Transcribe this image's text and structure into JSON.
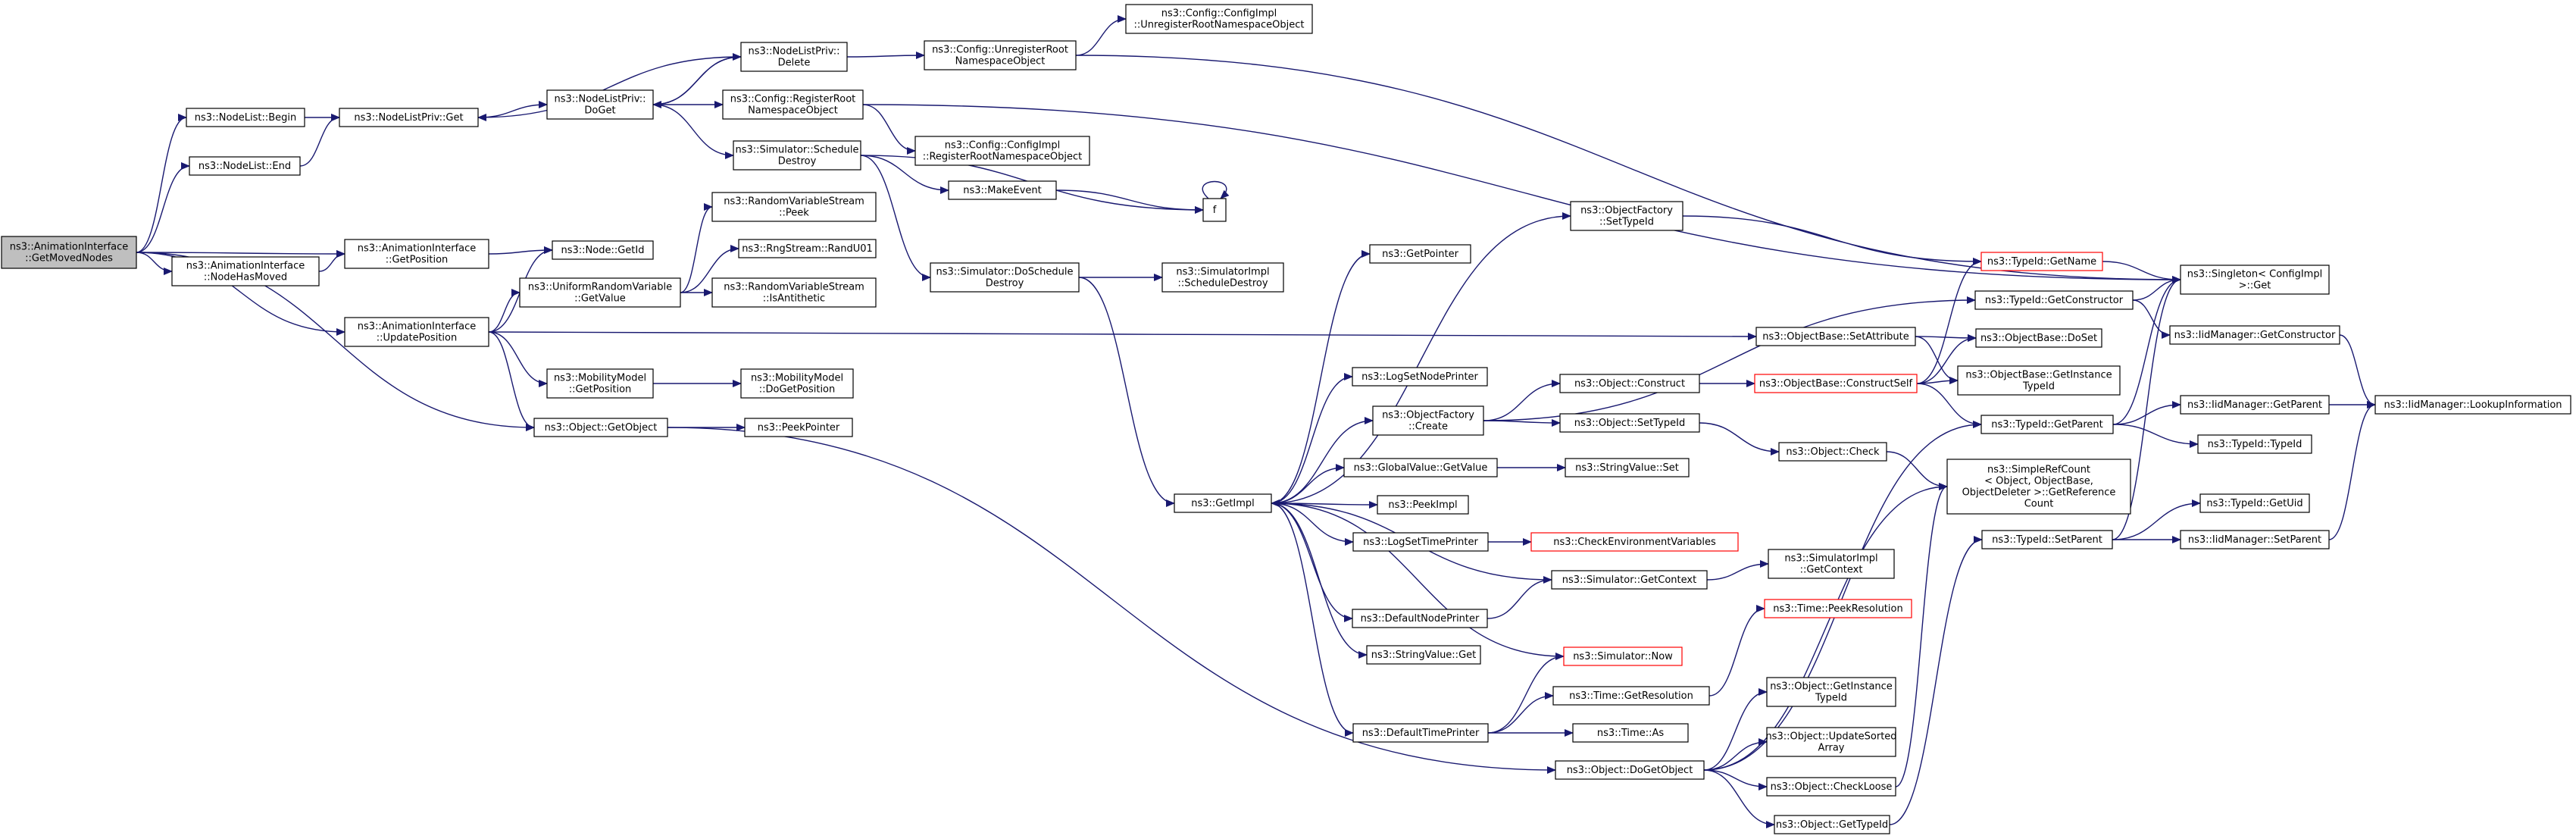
{
  "colors": {
    "edge": "#191970",
    "box_border": "#000000",
    "truncated_border": "#ff0000",
    "root_fill": "#bfbfbf",
    "background": "#ffffff"
  },
  "nodes": {
    "root": [
      "ns3::AnimationInterface",
      "::GetMovedNodes"
    ],
    "nodelist_begin": [
      "ns3::NodeList::Begin"
    ],
    "nodelist_end": [
      "ns3::NodeList::End"
    ],
    "ai_nodehasmoved": [
      "ns3::AnimationInterface",
      "::NodeHasMoved"
    ],
    "ai_getposition": [
      "ns3::AnimationInterface",
      "::GetPosition"
    ],
    "ai_updateposition": [
      "ns3::AnimationInterface",
      "::UpdatePosition"
    ],
    "nlp_get": [
      "ns3::NodeListPriv::Get"
    ],
    "nlp_doget": [
      "ns3::NodeListPriv::",
      "DoGet"
    ],
    "nlp_delete": [
      "ns3::NodeListPriv::",
      "Delete"
    ],
    "cfg_unreg": [
      "ns3::Config::UnregisterRoot",
      "NamespaceObject"
    ],
    "cfgimpl_unreg": [
      "ns3::Config::ConfigImpl",
      "::UnregisterRootNamespaceObject"
    ],
    "cfg_reg": [
      "ns3::Config::RegisterRoot",
      "NamespaceObject"
    ],
    "cfgimpl_reg": [
      "ns3::Config::ConfigImpl",
      "::RegisterRootNamespaceObject"
    ],
    "sim_schedule_destroy": [
      "ns3::Simulator::Schedule",
      "Destroy"
    ],
    "makeevent": [
      "ns3::MakeEvent"
    ],
    "f": [
      "f"
    ],
    "sim_doschedule_destroy": [
      "ns3::Simulator::DoSchedule",
      "Destroy"
    ],
    "simimpl_scheduledestroy": [
      "ns3::SimulatorImpl",
      "::ScheduleDestroy"
    ],
    "node_getid": [
      "ns3::Node::GetId"
    ],
    "urv_getvalue": [
      "ns3::UniformRandomVariable",
      "::GetValue"
    ],
    "rvs_peek": [
      "ns3::RandomVariableStream",
      "::Peek"
    ],
    "rng_randu01": [
      "ns3::RngStream::RandU01"
    ],
    "rvs_isantithetic": [
      "ns3::RandomVariableStream",
      "::IsAntithetic"
    ],
    "mm_getposition": [
      "ns3::MobilityModel",
      "::GetPosition"
    ],
    "mm_dogetposition": [
      "ns3::MobilityModel",
      "::DoGetPosition"
    ],
    "obj_getobject": [
      "ns3::Object::GetObject"
    ],
    "peekpointer": [
      "ns3::PeekPointer"
    ],
    "getimpl": [
      "ns3::GetImpl"
    ],
    "getpointer": [
      "ns3::GetPointer"
    ],
    "lognodeprinter": [
      "ns3::LogSetNodePrinter"
    ],
    "objfactory_create": [
      "ns3::ObjectFactory",
      "::Create"
    ],
    "objfactory_settypeid": [
      "ns3::ObjectFactory",
      "::SetTypeId"
    ],
    "globalvalue_getvalue": [
      "ns3::GlobalValue::GetValue"
    ],
    "stringvalue_set": [
      "ns3::StringValue::Set"
    ],
    "peekimpl": [
      "ns3::PeekImpl"
    ],
    "logtimeprinter": [
      "ns3::LogSetTimePrinter"
    ],
    "checkenv": [
      "ns3::CheckEnvironmentVariables"
    ],
    "sim_getcontext": [
      "ns3::Simulator::GetContext"
    ],
    "simimpl_getcontext": [
      "ns3::SimulatorImpl",
      "::GetContext"
    ],
    "defaultnodeprinter": [
      "ns3::DefaultNodePrinter"
    ],
    "stringvalue_get": [
      "ns3::StringValue::Get"
    ],
    "sim_now": [
      "ns3::Simulator::Now"
    ],
    "defaulttimeprinter": [
      "ns3::DefaultTimePrinter"
    ],
    "time_peekres": [
      "ns3::Time::PeekResolution"
    ],
    "time_getres": [
      "ns3::Time::GetResolution"
    ],
    "time_as": [
      "ns3::Time::As"
    ],
    "obj_dogetobject": [
      "ns3::Object::DoGetObject"
    ],
    "obj_construct": [
      "ns3::Object::Construct"
    ],
    "obj_settypeid": [
      "ns3::Object::SetTypeId"
    ],
    "obj_check": [
      "ns3::Object::Check"
    ],
    "ob_setattribute": [
      "ns3::ObjectBase::SetAttribute"
    ],
    "ob_constructself": [
      "ns3::ObjectBase::ConstructSelf"
    ],
    "ob_doset": [
      "ns3::ObjectBase::DoSet"
    ],
    "ob_getinstancetypeid": [
      "ns3::ObjectBase::GetInstance",
      "TypeId"
    ],
    "typeid_getname": [
      "ns3::TypeId::GetName"
    ],
    "typeid_getconstructor": [
      "ns3::TypeId::GetConstructor"
    ],
    "typeid_getparent": [
      "ns3::TypeId::GetParent"
    ],
    "typeid_setparent": [
      "ns3::TypeId::SetParent"
    ],
    "singleton_get": [
      "ns3::Singleton< ConfigImpl",
      " >::Get"
    ],
    "iid_getconstructor": [
      "ns3::IidManager::GetConstructor"
    ],
    "iid_getparent": [
      "ns3::IidManager::GetParent"
    ],
    "iid_lookupinfo": [
      "ns3::IidManager::LookupInformation"
    ],
    "typeid_typeid": [
      "ns3::TypeId::TypeId"
    ],
    "typeid_getuid": [
      "ns3::TypeId::GetUid"
    ],
    "iid_setparent": [
      "ns3::IidManager::SetParent"
    ],
    "simplerefcount": [
      "ns3::SimpleRefCount",
      "< Object, ObjectBase,",
      "ObjectDeleter >::GetReference",
      "Count"
    ],
    "obj_getinstancetypeid": [
      "ns3::Object::GetInstance",
      "TypeId"
    ],
    "obj_updatesorted": [
      "ns3::Object::UpdateSorted",
      "Array"
    ],
    "obj_checkloose": [
      "ns3::Object::CheckLoose"
    ],
    "obj_gettypeid": [
      "ns3::Object::GetTypeId"
    ]
  }
}
